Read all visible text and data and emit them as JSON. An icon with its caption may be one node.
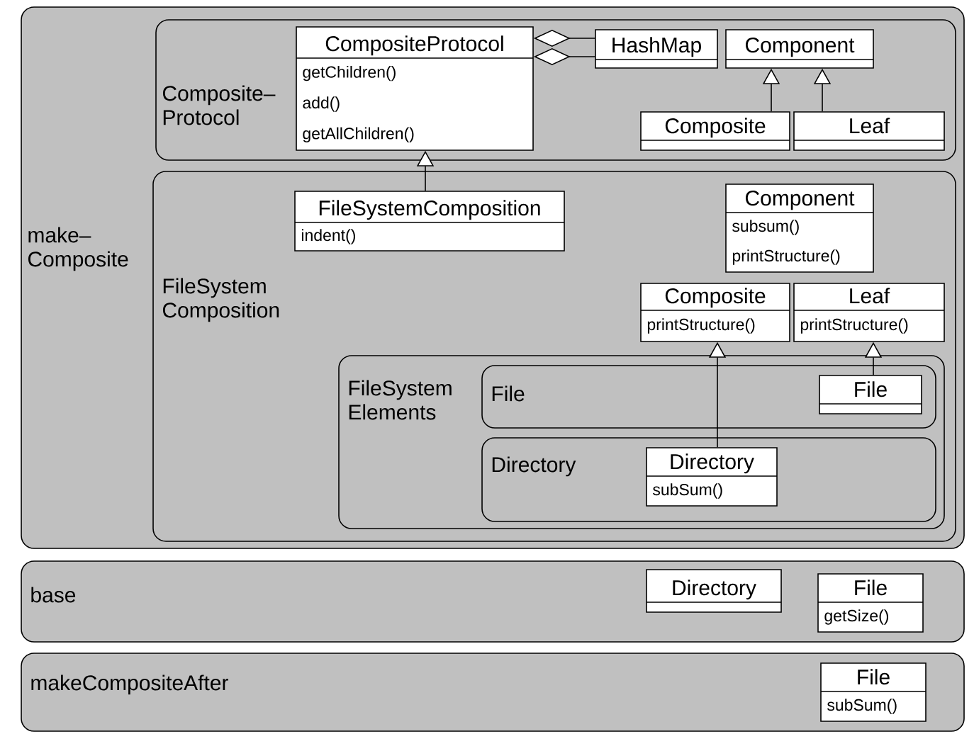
{
  "diagram": {
    "nodes": [
      {
        "text": [
          "make– Composite"
        ]
      },
      {
        "text": [
          "Composite– Protocol"
        ],
        "in": 0
      },
      {
        "text": [
          "CompositeProtocol",
          "getChildren()",
          "add()",
          "getAllChildren()"
        ],
        "in": 1
      },
      {
        "text": [
          "HashMap"
        ],
        "in": 1
      },
      {
        "text": [
          "Component"
        ],
        "in": 1
      },
      {
        "text": [
          "Composite"
        ],
        "in": 1
      },
      {
        "text": [
          "Leaf"
        ],
        "in": 1
      },
      {
        "text": [
          "FileSystem Composition"
        ],
        "in": 0
      },
      {
        "text": [
          "FileSystemComposition",
          "indent()"
        ],
        "in": 7
      },
      {
        "text": [
          "Component",
          "subsum()",
          "printStructure()"
        ],
        "in": 7
      },
      {
        "text": [
          "Composite",
          "printStructure()"
        ],
        "in": 7
      },
      {
        "text": [
          "Leaf",
          "printStructure()"
        ],
        "in": 7
      },
      {
        "text": [
          "FileSystem Elements"
        ],
        "in": 7
      },
      {
        "text": [
          "File"
        ],
        "in": 12
      },
      {
        "text": [
          "File"
        ],
        "in": 13
      },
      {
        "text": [
          "Directory"
        ],
        "in": 12
      },
      {
        "text": [
          "Directory",
          "subSum()"
        ],
        "in": 15
      },
      {
        "text": [
          "base"
        ]
      },
      {
        "text": [
          "Directory"
        ],
        "in": 17
      },
      {
        "text": [
          "File",
          "getSize()"
        ],
        "in": 17
      },
      {
        "text": [
          "makeCompositeAfter"
        ]
      },
      {
        "text": [
          "File",
          "subSum()"
        ],
        "in": 20
      }
    ],
    "edges": [
      {
        "from": 3,
        "to": 2,
        "arrow": "other"
      },
      {
        "from": 3,
        "to": 2,
        "arrow": "other"
      },
      {
        "from": 5,
        "to": 4,
        "arrow": "to"
      },
      {
        "from": 6,
        "to": 4,
        "arrow": "to"
      },
      {
        "from": 8,
        "to": 2,
        "arrow": "to"
      },
      {
        "from": 16,
        "to": 10,
        "arrow": "to"
      },
      {
        "from": 14,
        "to": 11,
        "arrow": "to"
      }
    ]
  }
}
